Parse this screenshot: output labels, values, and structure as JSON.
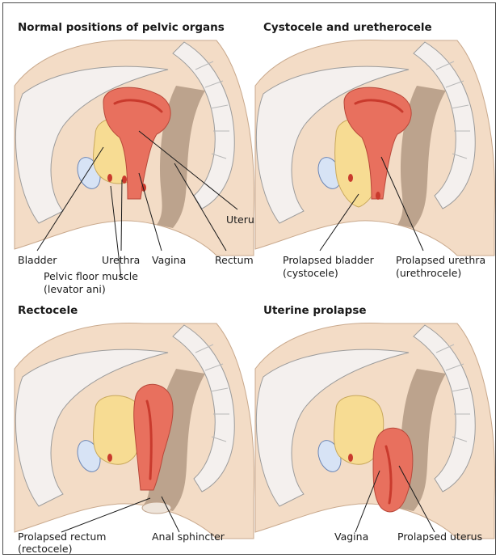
{
  "panels": {
    "normal": {
      "title": "Normal positions of pelvic organs",
      "labels": {
        "uterus": "Uterus",
        "bladder": "Bladder",
        "urethra": "Urethra",
        "vagina": "Vagina",
        "rectum": "Rectum",
        "pelvic_floor_1": "Pelvic floor muscle",
        "pelvic_floor_2": "(levator ani)"
      }
    },
    "cystocele": {
      "title": "Cystocele and uretherocele",
      "labels": {
        "bladder_1": "Prolapsed bladder",
        "bladder_2": "(cystocele)",
        "urethra_1": "Prolapsed urethra",
        "urethra_2": "(urethrocele)"
      }
    },
    "rectocele": {
      "title": "Rectocele",
      "labels": {
        "rectum_1": "Prolapsed rectum",
        "rectum_2": "(rectocele)",
        "sphincter": "Anal sphincter"
      }
    },
    "uterine": {
      "title": "Uterine prolapse",
      "labels": {
        "vagina": "Vagina",
        "uterus": "Prolapsed uterus"
      }
    }
  },
  "colors": {
    "skin": "#f3dcc6",
    "skin_edge": "#c9a98d",
    "bone_fill": "#f4f0ee",
    "bone_edge": "#9b9b9b",
    "bladder": "#f7dc93",
    "uterus": "#e8705e",
    "uterus_inner": "#c93a2d",
    "rectum": "#b69c86",
    "pubis": "#d7e3f5"
  }
}
